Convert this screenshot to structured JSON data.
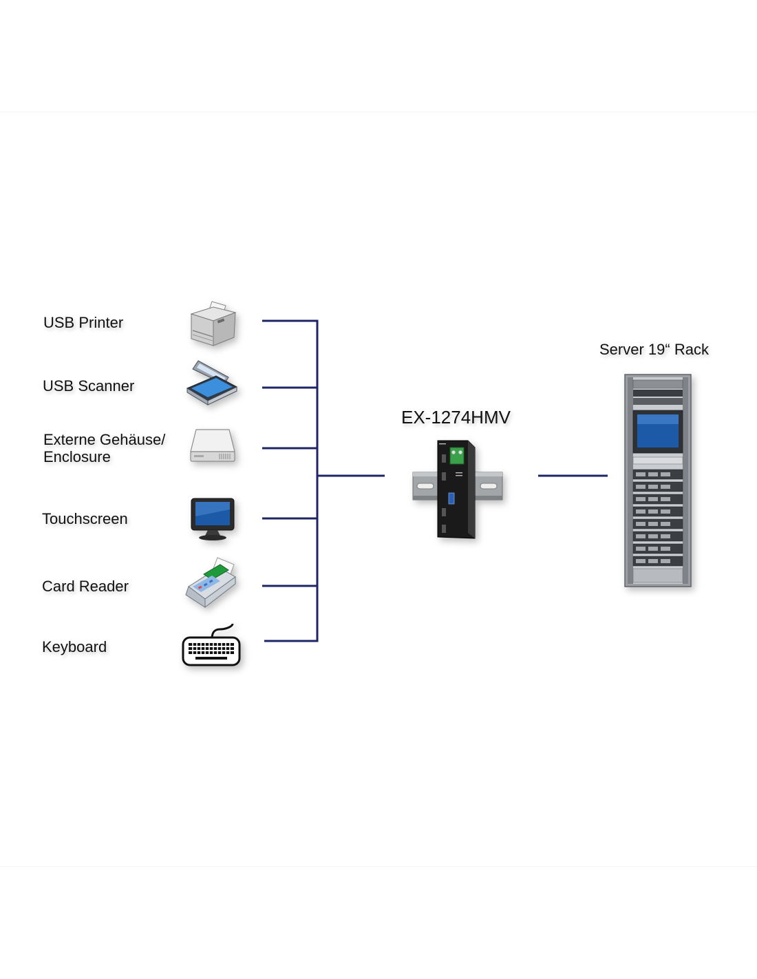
{
  "devices": [
    {
      "label": "USB Printer",
      "icon": "printer-icon"
    },
    {
      "label": "USB Scanner",
      "icon": "scanner-icon"
    },
    {
      "label_line1": "Externe Gehäuse/",
      "label_line2": "Enclosure",
      "icon": "hard-drive-icon"
    },
    {
      "label": "Touchscreen",
      "icon": "touchscreen-icon"
    },
    {
      "label": "Card Reader",
      "icon": "card-reader-icon"
    },
    {
      "label": "Keyboard",
      "icon": "keyboard-icon"
    }
  ],
  "hub": {
    "label": "EX-1274HMV",
    "icon": "usb-hub-icon"
  },
  "server": {
    "label": "Server 19“ Rack",
    "icon": "server-rack-icon"
  },
  "colors": {
    "connector": "#1e2466",
    "hub_body": "#1a1a1a",
    "terminal": "#3aa04a",
    "rail": "#9a9da0",
    "screen": "#1c5aa8"
  }
}
